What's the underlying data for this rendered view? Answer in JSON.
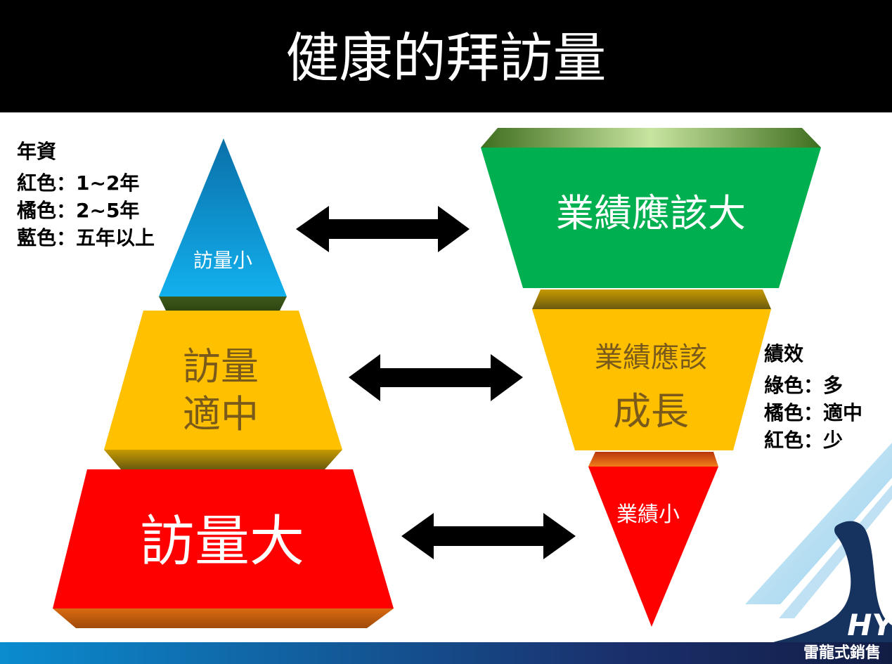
{
  "title": "健康的拜訪量",
  "left_legend": {
    "heading": "年資",
    "items": [
      "紅色：1~2年",
      "橘色：2~5年",
      "藍色：五年以上"
    ]
  },
  "right_legend": {
    "heading": "績效",
    "items": [
      "綠色：多",
      "橘色：適中",
      "紅色：少"
    ]
  },
  "left_pyramid": {
    "top_label": "訪量小",
    "middle_label_line1": "訪量",
    "middle_label_line2": "適中",
    "bottom_label": "訪量大"
  },
  "right_pyramid": {
    "top_label": "業績應該大",
    "middle_label_line1": "業績應該",
    "middle_label_line2": "成長",
    "bottom_label": "業績小"
  },
  "brand": {
    "logo_letters": "HY",
    "name": "雷龍式銷售"
  },
  "colors": {
    "red": "#ff0000",
    "orange": "#ffc000",
    "blue": "#0ea0dc",
    "green": "#00b050",
    "title_bg": "#000000",
    "footer": "#1a2f6b"
  }
}
